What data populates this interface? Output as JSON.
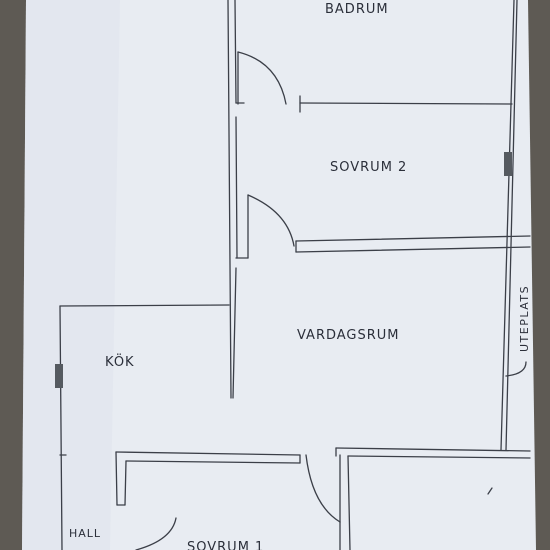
{
  "plan": {
    "rooms": {
      "badrum": "BADRUM",
      "sovrum2": "SOVRUM 2",
      "vardagsrum": "VARDAGSRUM",
      "kok": "KÖK",
      "uteplats": "UTEPLATS",
      "hall": "HALL",
      "sovrum1": "SOVRUM 1"
    }
  },
  "colors": {
    "paper": "#e9edf3",
    "ink": "#3b3f48",
    "background": "#5f5b55",
    "switch": "#555a60"
  }
}
